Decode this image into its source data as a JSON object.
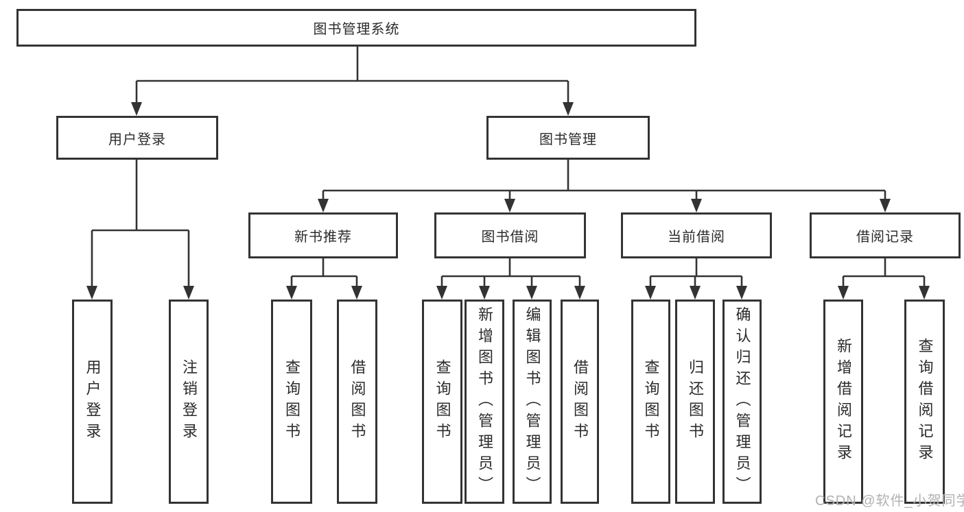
{
  "diagram": {
    "type": "hierarchy-tree",
    "title": "图书管理系统",
    "colors": {
      "line": "#333333",
      "box_border": "#333333",
      "text": "#2b2b2b",
      "background": "#ffffff",
      "watermark": "#a8a8a8"
    },
    "watermark": "CSDN @软件_小贺同学"
  },
  "nodes": {
    "root": {
      "label": "图书管理系统"
    },
    "user_login": {
      "label": "用户登录"
    },
    "book_mgmt": {
      "label": "图书管理"
    },
    "new_books": {
      "label": "新书推荐"
    },
    "book_borrow": {
      "label": "图书借阅"
    },
    "current_borrow": {
      "label": "当前借阅"
    },
    "borrow_records": {
      "label": "借阅记录"
    },
    "leaf_user_login": {
      "label": "用户登录"
    },
    "leaf_logout": {
      "label": "注销登录"
    },
    "leaf_nb_query": {
      "label": "查询图书"
    },
    "leaf_nb_borrow": {
      "label": "借阅图书"
    },
    "leaf_bb_query": {
      "label": "查询图书"
    },
    "leaf_bb_add": {
      "label": "新增图书（管理员）"
    },
    "leaf_bb_edit": {
      "label": "编辑图书（管理员）"
    },
    "leaf_bb_borrow": {
      "label": "借阅图书"
    },
    "leaf_cb_query": {
      "label": "查询图书"
    },
    "leaf_cb_return": {
      "label": "归还图书"
    },
    "leaf_cb_confirm": {
      "label": "确认归还（管理员）"
    },
    "leaf_br_add": {
      "label": "新增借阅记录"
    },
    "leaf_br_query": {
      "label": "查询借阅记录"
    }
  },
  "tree": {
    "root": "图书管理系统",
    "children": [
      {
        "label": "用户登录",
        "children": [
          "用户登录",
          "注销登录"
        ]
      },
      {
        "label": "图书管理",
        "children": [
          {
            "label": "新书推荐",
            "children": [
              "查询图书",
              "借阅图书"
            ]
          },
          {
            "label": "图书借阅",
            "children": [
              "查询图书",
              "新增图书（管理员）",
              "编辑图书（管理员）",
              "借阅图书"
            ]
          },
          {
            "label": "当前借阅",
            "children": [
              "查询图书",
              "归还图书",
              "确认归还（管理员）"
            ]
          },
          {
            "label": "借阅记录",
            "children": [
              "新增借阅记录",
              "查询借阅记录"
            ]
          }
        ]
      }
    ]
  }
}
